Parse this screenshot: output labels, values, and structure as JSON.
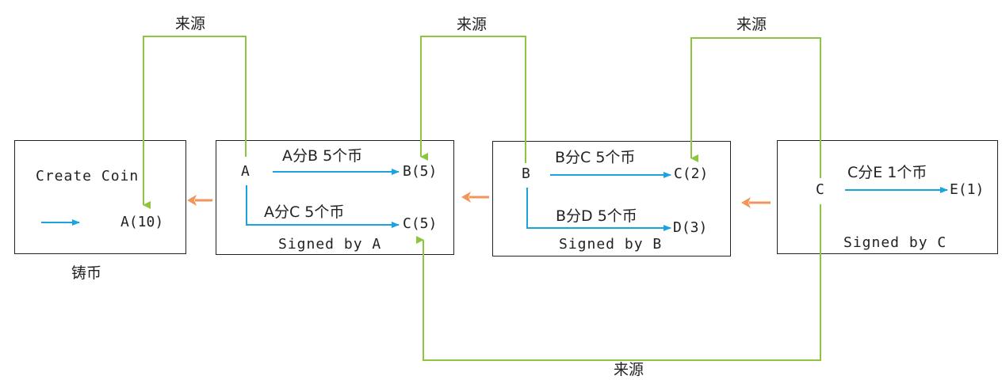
{
  "colors": {
    "source_line": "#8cc63f",
    "transfer_arrow": "#1aa3e0",
    "back_arrow": "#f0965a",
    "box_border": "#222222"
  },
  "boxes": {
    "mint": {
      "title": "Create Coin",
      "coin": "A(10)",
      "caption": "铸币"
    },
    "a": {
      "owner": "A",
      "transfer1_label": "A分B 5个币",
      "transfer1_target": "B(5)",
      "transfer2_label": "A分C 5个币",
      "transfer2_target": "C(5)",
      "signature": "Signed by A"
    },
    "b": {
      "owner": "B",
      "transfer1_label": "B分C 5个币",
      "transfer1_target": "C(2)",
      "transfer2_label": "B分D 5个币",
      "transfer2_target": "D(3)",
      "signature": "Signed by B"
    },
    "c": {
      "owner": "C",
      "transfer1_label": "C分E 1个币",
      "transfer1_target": "E(1)",
      "signature": "Signed by C"
    }
  },
  "source_label": "来源"
}
